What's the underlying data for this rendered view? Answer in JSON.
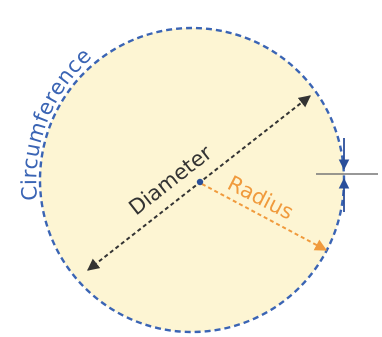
{
  "labels": {
    "circumference": "Circumference",
    "diameter": "Diameter",
    "radius": "Radius"
  },
  "colors": {
    "fill": "#fdf5d3",
    "circumference": "#3a64b4",
    "diameter": "#333333",
    "radius": "#f09a3c",
    "thickness_marker": "#2a4f9a",
    "tick_line": "#777777"
  }
}
